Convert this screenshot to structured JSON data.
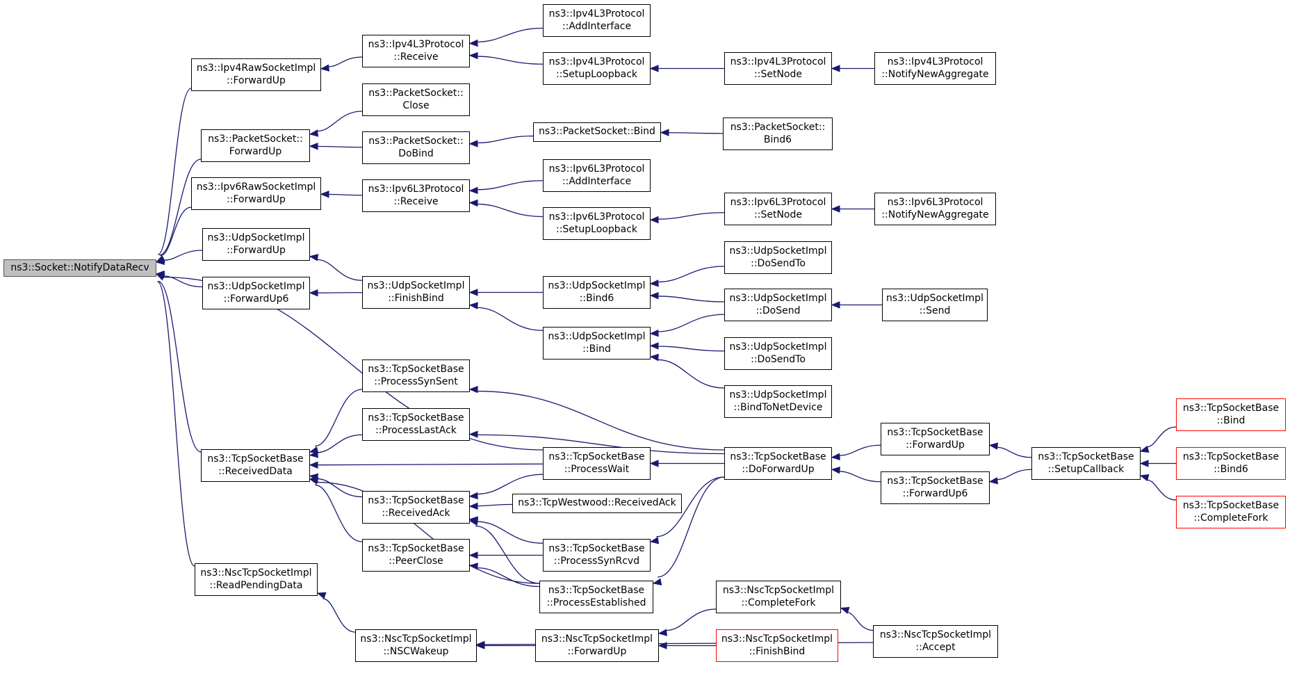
{
  "diagram": {
    "title": "",
    "nodes": [
      {
        "id": "root",
        "label": "ns3::Socket::NotifyDataRecv",
        "style": "root"
      },
      {
        "id": "ipv4raw_fwd",
        "label": "ns3::Ipv4RawSocketImpl\n::ForwardUp"
      },
      {
        "id": "pkt_fwd",
        "label": "ns3::PacketSocket::\nForwardUp"
      },
      {
        "id": "ipv6raw_fwd",
        "label": "ns3::Ipv6RawSocketImpl\n::ForwardUp"
      },
      {
        "id": "udp_fwd",
        "label": "ns3::UdpSocketImpl\n::ForwardUp"
      },
      {
        "id": "udp_fwd6",
        "label": "ns3::UdpSocketImpl\n::ForwardUp6"
      },
      {
        "id": "tcp_recvdata",
        "label": "ns3::TcpSocketBase\n::ReceivedData"
      },
      {
        "id": "nsc_readpending",
        "label": "ns3::NscTcpSocketImpl\n::ReadPendingData"
      },
      {
        "id": "ipv4l3_recv",
        "label": "ns3::Ipv4L3Protocol\n::Receive"
      },
      {
        "id": "pkt_close",
        "label": "ns3::PacketSocket::\nClose"
      },
      {
        "id": "pkt_dobind",
        "label": "ns3::PacketSocket::\nDoBind"
      },
      {
        "id": "ipv6l3_recv",
        "label": "ns3::Ipv6L3Protocol\n::Receive"
      },
      {
        "id": "udp_finishbind",
        "label": "ns3::UdpSocketImpl\n::FinishBind"
      },
      {
        "id": "tcp_synsent",
        "label": "ns3::TcpSocketBase\n::ProcessSynSent"
      },
      {
        "id": "tcp_lastack",
        "label": "ns3::TcpSocketBase\n::ProcessLastAck"
      },
      {
        "id": "tcp_recvack",
        "label": "ns3::TcpSocketBase\n::ReceivedAck"
      },
      {
        "id": "tcp_peerclose",
        "label": "ns3::TcpSocketBase\n::PeerClose"
      },
      {
        "id": "nsc_wakeup",
        "label": "ns3::NscTcpSocketImpl\n::NSCWakeup"
      },
      {
        "id": "ipv4l3_addif",
        "label": "ns3::Ipv4L3Protocol\n::AddInterface"
      },
      {
        "id": "ipv4l3_loop",
        "label": "ns3::Ipv4L3Protocol\n::SetupLoopback"
      },
      {
        "id": "pkt_bind",
        "label": "ns3::PacketSocket::Bind"
      },
      {
        "id": "ipv6l3_addif",
        "label": "ns3::Ipv6L3Protocol\n::AddInterface"
      },
      {
        "id": "ipv6l3_loop",
        "label": "ns3::Ipv6L3Protocol\n::SetupLoopback"
      },
      {
        "id": "udp_bind6",
        "label": "ns3::UdpSocketImpl\n::Bind6"
      },
      {
        "id": "udp_bind",
        "label": "ns3::UdpSocketImpl\n::Bind"
      },
      {
        "id": "tcp_wait",
        "label": "ns3::TcpSocketBase\n::ProcessWait"
      },
      {
        "id": "westwood",
        "label": "ns3::TcpWestwood::ReceivedAck"
      },
      {
        "id": "tcp_synrcvd",
        "label": "ns3::TcpSocketBase\n::ProcessSynRcvd"
      },
      {
        "id": "tcp_established",
        "label": "ns3::TcpSocketBase\n::ProcessEstablished"
      },
      {
        "id": "nsc_fwd",
        "label": "ns3::NscTcpSocketImpl\n::ForwardUp"
      },
      {
        "id": "ipv4l3_setnode",
        "label": "ns3::Ipv4L3Protocol\n::SetNode"
      },
      {
        "id": "pkt_bind6",
        "label": "ns3::PacketSocket::\nBind6"
      },
      {
        "id": "ipv6l3_setnode",
        "label": "ns3::Ipv6L3Protocol\n::SetNode"
      },
      {
        "id": "udp_dosendto_a",
        "label": "ns3::UdpSocketImpl\n::DoSendTo"
      },
      {
        "id": "udp_dosend",
        "label": "ns3::UdpSocketImpl\n::DoSend"
      },
      {
        "id": "udp_dosendto_b",
        "label": "ns3::UdpSocketImpl\n::DoSendTo"
      },
      {
        "id": "udp_bindnetdev",
        "label": "ns3::UdpSocketImpl\n::BindToNetDevice"
      },
      {
        "id": "tcp_doforwardup",
        "label": "ns3::TcpSocketBase\n::DoForwardUp"
      },
      {
        "id": "nsc_completefork",
        "label": "ns3::NscTcpSocketImpl\n::CompleteFork"
      },
      {
        "id": "nsc_finishbind",
        "label": "ns3::NscTcpSocketImpl\n::FinishBind",
        "style": "red"
      },
      {
        "id": "ipv4l3_notify",
        "label": "ns3::Ipv4L3Protocol\n::NotifyNewAggregate"
      },
      {
        "id": "ipv6l3_notify",
        "label": "ns3::Ipv6L3Protocol\n::NotifyNewAggregate"
      },
      {
        "id": "udp_send",
        "label": "ns3::UdpSocketImpl\n::Send"
      },
      {
        "id": "tcp_forwardup",
        "label": "ns3::TcpSocketBase\n::ForwardUp"
      },
      {
        "id": "tcp_forwardup6",
        "label": "ns3::TcpSocketBase\n::ForwardUp6"
      },
      {
        "id": "nsc_accept",
        "label": "ns3::NscTcpSocketImpl\n::Accept"
      },
      {
        "id": "tcp_setupcb",
        "label": "ns3::TcpSocketBase\n::SetupCallback"
      },
      {
        "id": "tcp_bind",
        "label": "ns3::TcpSocketBase\n::Bind",
        "style": "red"
      },
      {
        "id": "tcp_bind6",
        "label": "ns3::TcpSocketBase\n::Bind6",
        "style": "red"
      },
      {
        "id": "tcp_completefork",
        "label": "ns3::TcpSocketBase\n::CompleteFork",
        "style": "red"
      }
    ],
    "edges": [
      [
        "ipv4raw_fwd",
        "root"
      ],
      [
        "pkt_fwd",
        "root"
      ],
      [
        "ipv6raw_fwd",
        "root"
      ],
      [
        "udp_fwd",
        "root"
      ],
      [
        "udp_fwd6",
        "root"
      ],
      [
        "tcp_recvdata",
        "root"
      ],
      [
        "nsc_readpending",
        "root"
      ],
      [
        "tcp_wait",
        "root"
      ],
      [
        "ipv4l3_recv",
        "ipv4raw_fwd"
      ],
      [
        "pkt_close",
        "pkt_fwd"
      ],
      [
        "pkt_dobind",
        "pkt_fwd"
      ],
      [
        "ipv6l3_recv",
        "ipv6raw_fwd"
      ],
      [
        "udp_finishbind",
        "udp_fwd"
      ],
      [
        "udp_finishbind",
        "udp_fwd6"
      ],
      [
        "tcp_synsent",
        "tcp_recvdata"
      ],
      [
        "tcp_lastack",
        "tcp_recvdata"
      ],
      [
        "tcp_wait",
        "tcp_recvdata"
      ],
      [
        "tcp_recvack",
        "tcp_recvdata"
      ],
      [
        "tcp_peerclose",
        "tcp_recvdata"
      ],
      [
        "tcp_established",
        "tcp_recvdata"
      ],
      [
        "nsc_wakeup",
        "nsc_readpending"
      ],
      [
        "ipv4l3_addif",
        "ipv4l3_recv"
      ],
      [
        "ipv4l3_loop",
        "ipv4l3_recv"
      ],
      [
        "pkt_bind",
        "pkt_dobind"
      ],
      [
        "ipv6l3_addif",
        "ipv6l3_recv"
      ],
      [
        "ipv6l3_loop",
        "ipv6l3_recv"
      ],
      [
        "udp_bind6",
        "udp_finishbind"
      ],
      [
        "udp_bind",
        "udp_finishbind"
      ],
      [
        "tcp_wait",
        "tcp_recvack"
      ],
      [
        "westwood",
        "tcp_recvack"
      ],
      [
        "tcp_synrcvd",
        "tcp_recvack"
      ],
      [
        "tcp_established",
        "tcp_recvack"
      ],
      [
        "tcp_synrcvd",
        "tcp_peerclose"
      ],
      [
        "tcp_established",
        "tcp_peerclose"
      ],
      [
        "nsc_fwd",
        "nsc_wakeup"
      ],
      [
        "ipv4l3_setnode",
        "ipv4l3_loop"
      ],
      [
        "pkt_bind6",
        "pkt_bind"
      ],
      [
        "ipv6l3_setnode",
        "ipv6l3_loop"
      ],
      [
        "udp_dosendto_a",
        "udp_bind6"
      ],
      [
        "udp_dosend",
        "udp_bind6"
      ],
      [
        "udp_dosend",
        "udp_bind"
      ],
      [
        "udp_dosendto_b",
        "udp_bind"
      ],
      [
        "udp_bindnetdev",
        "udp_bind"
      ],
      [
        "tcp_doforwardup",
        "tcp_synsent"
      ],
      [
        "tcp_doforwardup",
        "tcp_lastack"
      ],
      [
        "tcp_doforwardup",
        "tcp_wait"
      ],
      [
        "tcp_doforwardup",
        "tcp_synrcvd"
      ],
      [
        "tcp_doforwardup",
        "tcp_established"
      ],
      [
        "nsc_completefork",
        "nsc_fwd"
      ],
      [
        "nsc_finishbind",
        "nsc_fwd"
      ],
      [
        "nsc_accept",
        "nsc_wakeup"
      ],
      [
        "ipv4l3_notify",
        "ipv4l3_setnode"
      ],
      [
        "ipv6l3_notify",
        "ipv6l3_setnode"
      ],
      [
        "udp_send",
        "udp_dosend"
      ],
      [
        "tcp_forwardup",
        "tcp_doforwardup"
      ],
      [
        "tcp_forwardup6",
        "tcp_doforwardup"
      ],
      [
        "nsc_accept",
        "nsc_completefork"
      ],
      [
        "tcp_setupcb",
        "tcp_forwardup"
      ],
      [
        "tcp_setupcb",
        "tcp_forwardup6"
      ],
      [
        "tcp_bind",
        "tcp_setupcb"
      ],
      [
        "tcp_bind6",
        "tcp_setupcb"
      ],
      [
        "tcp_completefork",
        "tcp_setupcb"
      ]
    ],
    "colors": {
      "edge": "#191970",
      "root_fill": "#bfbfbf",
      "node_border": "#000000",
      "missing_border": "#ff0000"
    }
  }
}
